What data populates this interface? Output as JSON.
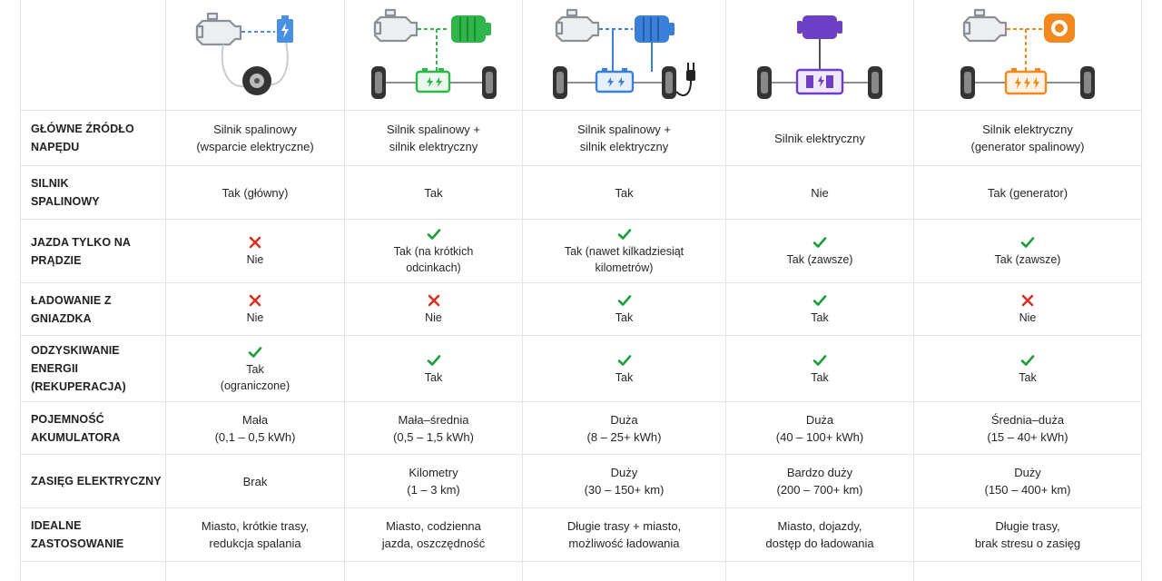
{
  "colors": {
    "grid": "#e4e4e4",
    "check": "#1e9e3a",
    "cross": "#d93025",
    "engine_gray": "#9aa0a6",
    "mhev_blue": "#3a8ee6",
    "hev_green": "#2fb54a",
    "phev_blue": "#3a7fd8",
    "bev_purple": "#6c3fc4",
    "erev_orange": "#f2891e"
  },
  "columns": [
    {
      "id": "mhev",
      "icon": "engine-battery-wheel-icon"
    },
    {
      "id": "hev",
      "icon": "engine-motor-battery-axle-icon"
    },
    {
      "id": "phev",
      "icon": "engine-motor-battery-plug-icon"
    },
    {
      "id": "bev",
      "icon": "motor-battery-axle-icon"
    },
    {
      "id": "erev",
      "icon": "engine-generator-battery-axle-icon"
    }
  ],
  "rows": [
    {
      "label": "GŁÓWNE ŹRÓDŁO\nNAPĘDU",
      "cells": [
        {
          "text": "Silnik spalinowy\n(wsparcie elektryczne)",
          "mark": ""
        },
        {
          "text": "Silnik spalinowy +\nsilnik elektryczny",
          "mark": ""
        },
        {
          "text": "Silnik spalinowy +\nsilnik elektryczny",
          "mark": ""
        },
        {
          "text": "Silnik elektryczny",
          "mark": ""
        },
        {
          "text": "Silnik elektryczny\n(generator spalinowy)",
          "mark": ""
        }
      ]
    },
    {
      "label": "SILNIK\nSPALINOWY",
      "cells": [
        {
          "text": "Tak (główny)",
          "mark": ""
        },
        {
          "text": "Tak",
          "mark": ""
        },
        {
          "text": "Tak",
          "mark": ""
        },
        {
          "text": "Nie",
          "mark": ""
        },
        {
          "text": "Tak (generator)",
          "mark": ""
        }
      ]
    },
    {
      "label": "JAZDA TYLKO NA\nPRĄDZIE",
      "cells": [
        {
          "text": "Nie",
          "mark": "cross"
        },
        {
          "text": "Tak (na krótkich\nodcinkach)",
          "mark": "check"
        },
        {
          "text": "Tak (nawet kilkadziesiąt\nkilometrów)",
          "mark": "check"
        },
        {
          "text": "Tak (zawsze)",
          "mark": "check"
        },
        {
          "text": "Tak (zawsze)",
          "mark": "check"
        }
      ]
    },
    {
      "label": "ŁADOWANIE Z\nGNIAZDKA",
      "cells": [
        {
          "text": "Nie",
          "mark": "cross"
        },
        {
          "text": "Nie",
          "mark": "cross"
        },
        {
          "text": "Tak",
          "mark": "check"
        },
        {
          "text": "Tak",
          "mark": "check"
        },
        {
          "text": "Nie",
          "mark": "cross"
        }
      ]
    },
    {
      "label": "ODZYSKIWANIE\nENERGII (REKUPERACJA)",
      "cells": [
        {
          "text": "Tak\n(ograniczone)",
          "mark": "check"
        },
        {
          "text": "Tak",
          "mark": "check"
        },
        {
          "text": "Tak",
          "mark": "check"
        },
        {
          "text": "Tak",
          "mark": "check"
        },
        {
          "text": "Tak",
          "mark": "check"
        }
      ]
    },
    {
      "label": "POJEMNOŚĆ\nAKUMULATORA",
      "cells": [
        {
          "text": "Mała\n(0,1 – 0,5 kWh)",
          "mark": ""
        },
        {
          "text": "Mała–średnia\n(0,5 – 1,5 kWh)",
          "mark": ""
        },
        {
          "text": "Duża\n(8 – 25+ kWh)",
          "mark": ""
        },
        {
          "text": "Duża\n(40 – 100+ kWh)",
          "mark": ""
        },
        {
          "text": "Średnia–duża\n(15 – 40+ kWh)",
          "mark": ""
        }
      ]
    },
    {
      "label": "ZASIĘG ELEKTRYCZNY",
      "cells": [
        {
          "text": "Brak",
          "mark": ""
        },
        {
          "text": "Kilometry\n(1 – 3 km)",
          "mark": ""
        },
        {
          "text": "Duży\n(30 – 150+ km)",
          "mark": ""
        },
        {
          "text": "Bardzo duży\n(200 – 700+ km)",
          "mark": ""
        },
        {
          "text": "Duży\n(150 – 400+ km)",
          "mark": ""
        }
      ]
    },
    {
      "label": "IDEALNE\nZASTOSOWANIE",
      "cells": [
        {
          "text": "Miasto, krótkie trasy,\nredukcja spalania",
          "mark": ""
        },
        {
          "text": "Miasto, codzienna\njazda, oszczędność",
          "mark": ""
        },
        {
          "text": "Długie trasy + miasto,\nmożliwość ładowania",
          "mark": ""
        },
        {
          "text": "Miasto, dojazdy,\ndostęp do ładowania",
          "mark": ""
        },
        {
          "text": "Długie trasy,\nbrak stresu o zasięg",
          "mark": ""
        }
      ]
    }
  ]
}
